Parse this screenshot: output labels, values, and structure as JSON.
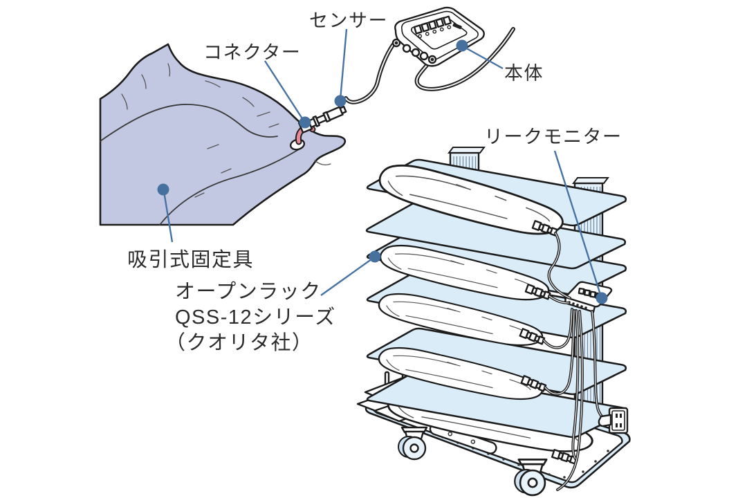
{
  "figure": {
    "type": "equipment-diagram",
    "labels": {
      "connector": "コネクター",
      "sensor": "センサー",
      "main_unit": "本体",
      "leak_monitor": "リークモニター",
      "suction_fixture": "吸引式固定具",
      "rack_name": "オープンラック",
      "rack_series": "QSS-12シリーズ",
      "rack_maker": "（クオリタ社）"
    },
    "colors": {
      "leader_line": "#4673a3",
      "callout_dot": "#46719f",
      "fixture_fill": "#c3c8e2",
      "shelf_fill": "#daecf8",
      "valve_red": "#e88a97",
      "line_dark": "#1c1c1c"
    }
  }
}
